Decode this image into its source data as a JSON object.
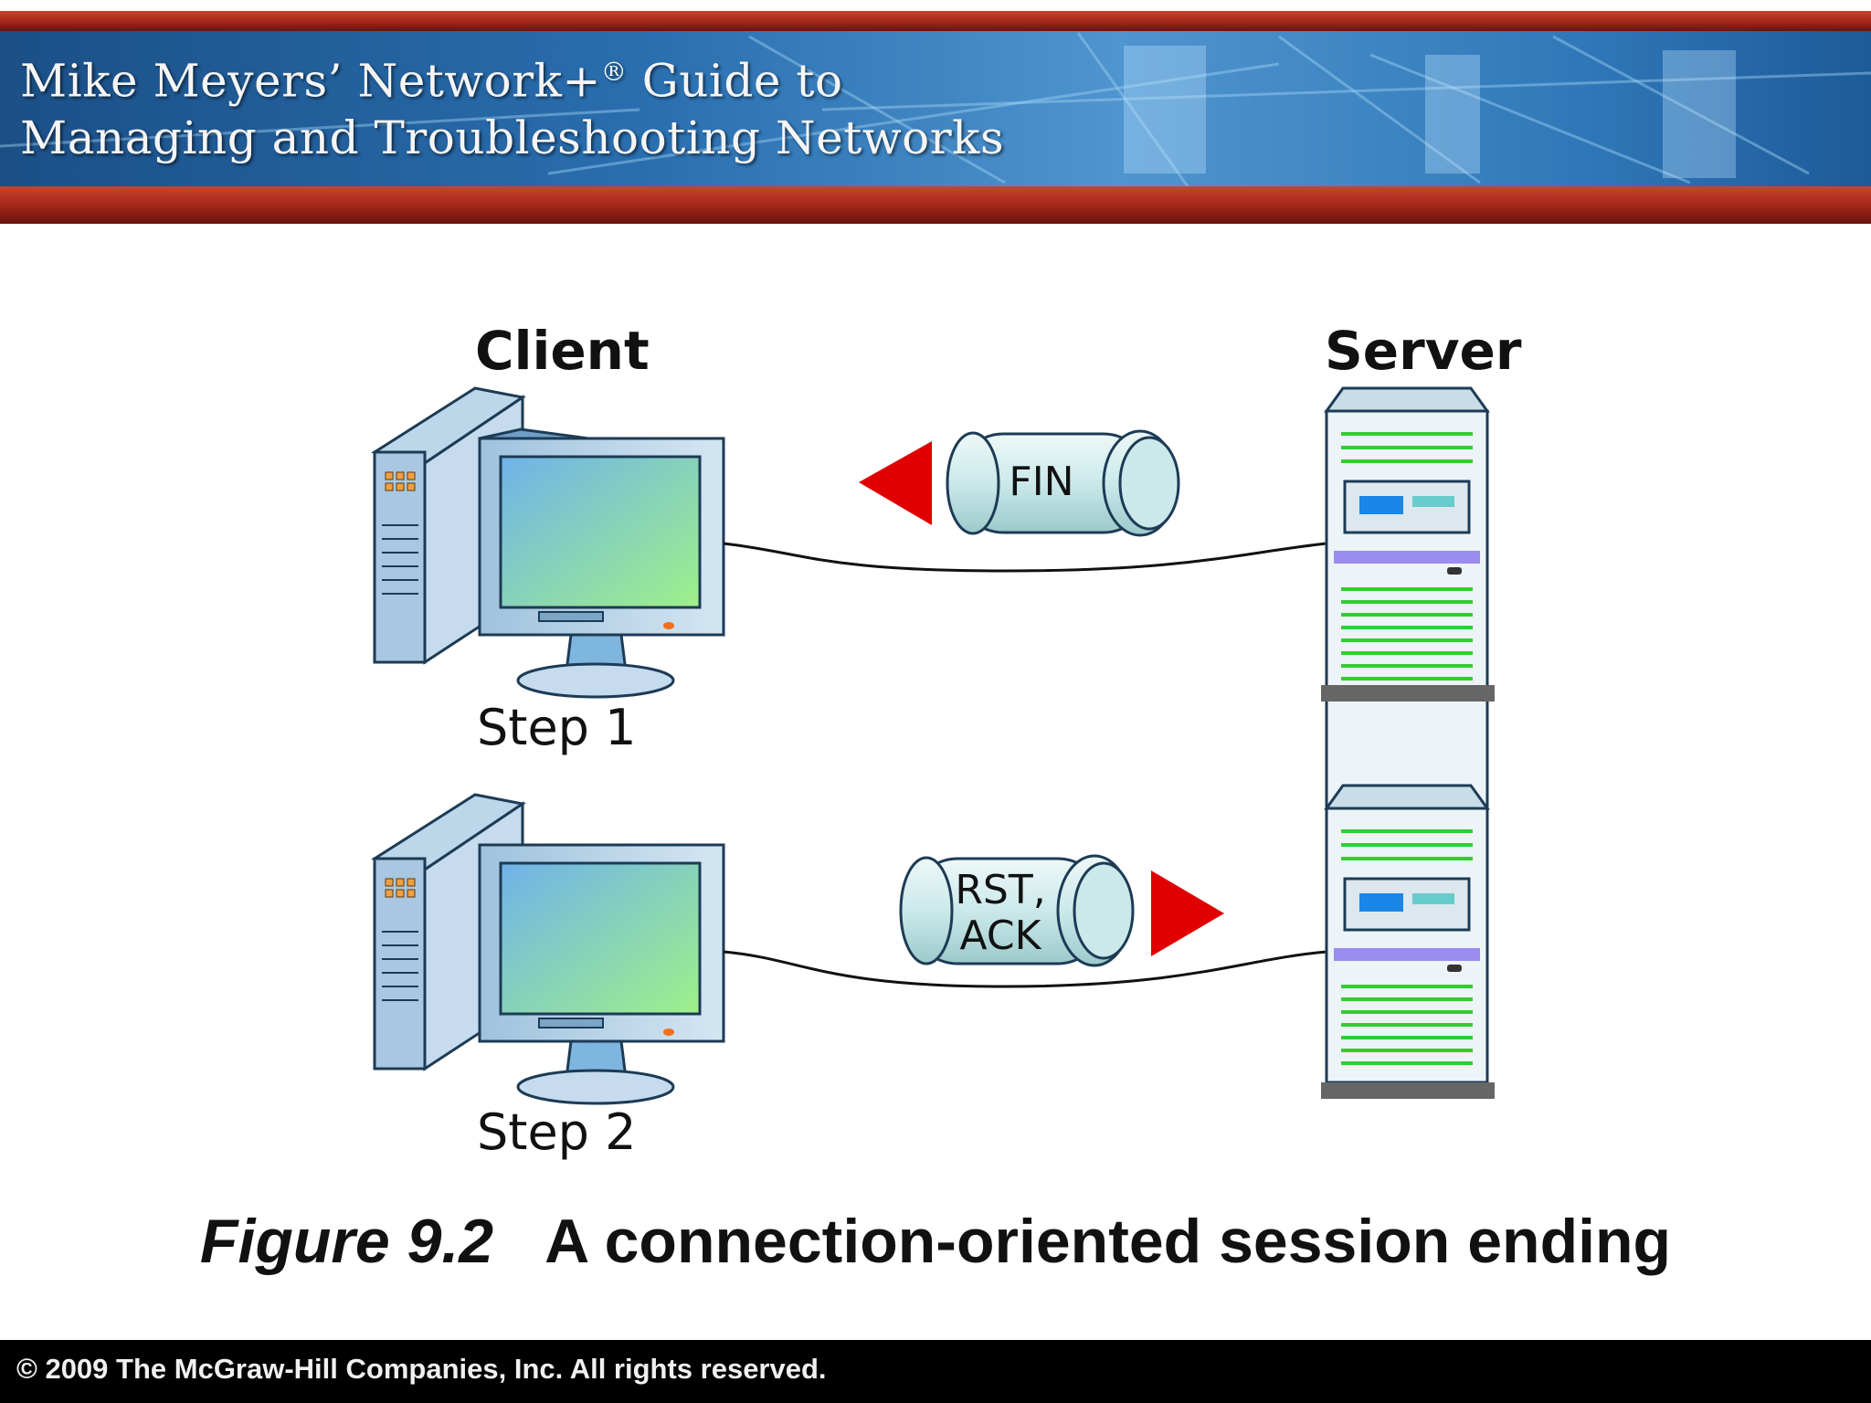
{
  "header": {
    "title_line1": "Mike Meyers’ Network+",
    "title_line1_suffix": " Guide to",
    "registered_mark": "®",
    "title_line2": "Managing and Troubleshooting Networks"
  },
  "diagram": {
    "client_label": "Client",
    "server_label": "Server",
    "steps": [
      {
        "label": "Step 1",
        "packet": [
          "FIN"
        ],
        "direction": "to-client"
      },
      {
        "label": "Step 2",
        "packet": [
          "RST,",
          "ACK"
        ],
        "direction": "to-server"
      }
    ],
    "colors": {
      "arrow": "#e00000",
      "packet": "#c8e8ea",
      "screen_from": "#7ab8e8",
      "screen_to": "#9be88c",
      "server_stripes": "#33cc33",
      "server_bar": "#9b8cf0"
    }
  },
  "caption": {
    "figure": "Figure 9.2",
    "text": "A connection-oriented session ending"
  },
  "footer": {
    "copyright": "© 2009 The McGraw-Hill Companies, Inc. All rights reserved."
  }
}
